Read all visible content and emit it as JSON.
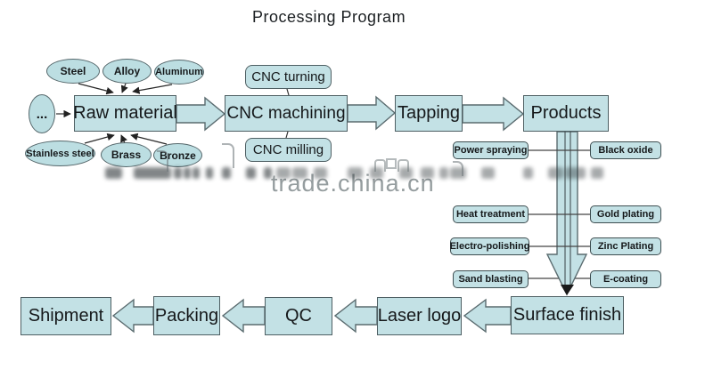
{
  "title": "Processing Program",
  "watermark": {
    "text": "trade.china.cn"
  },
  "nodes": {
    "raw_material": "Raw material",
    "cnc_machining": "CNC machining",
    "cnc_turning": "CNC turning",
    "cnc_milling": "CNC milling",
    "tapping": "Tapping",
    "products": "Products",
    "surface_finish": "Surface finish",
    "laser_logo": "Laser logo",
    "qc": "QC",
    "packing": "Packing",
    "shipment": "Shipment"
  },
  "materials": {
    "more": "...",
    "top": [
      "Steel",
      "Alloy",
      "Aluminum"
    ],
    "bottom": [
      "Stainless steel",
      "Brass",
      "Bronze"
    ]
  },
  "finishes": {
    "left": [
      "Power spraying",
      "Heat treatment",
      "Electro-polishing",
      "Sand blasting"
    ],
    "right": [
      "Black oxide",
      "Gold plating",
      "Zinc Plating",
      "E-coating"
    ]
  },
  "colors": {
    "node_fill": "#c3e1e5",
    "node_border": "#4e5f63",
    "text": "#15181a",
    "watermark_text": "#8d9597"
  }
}
